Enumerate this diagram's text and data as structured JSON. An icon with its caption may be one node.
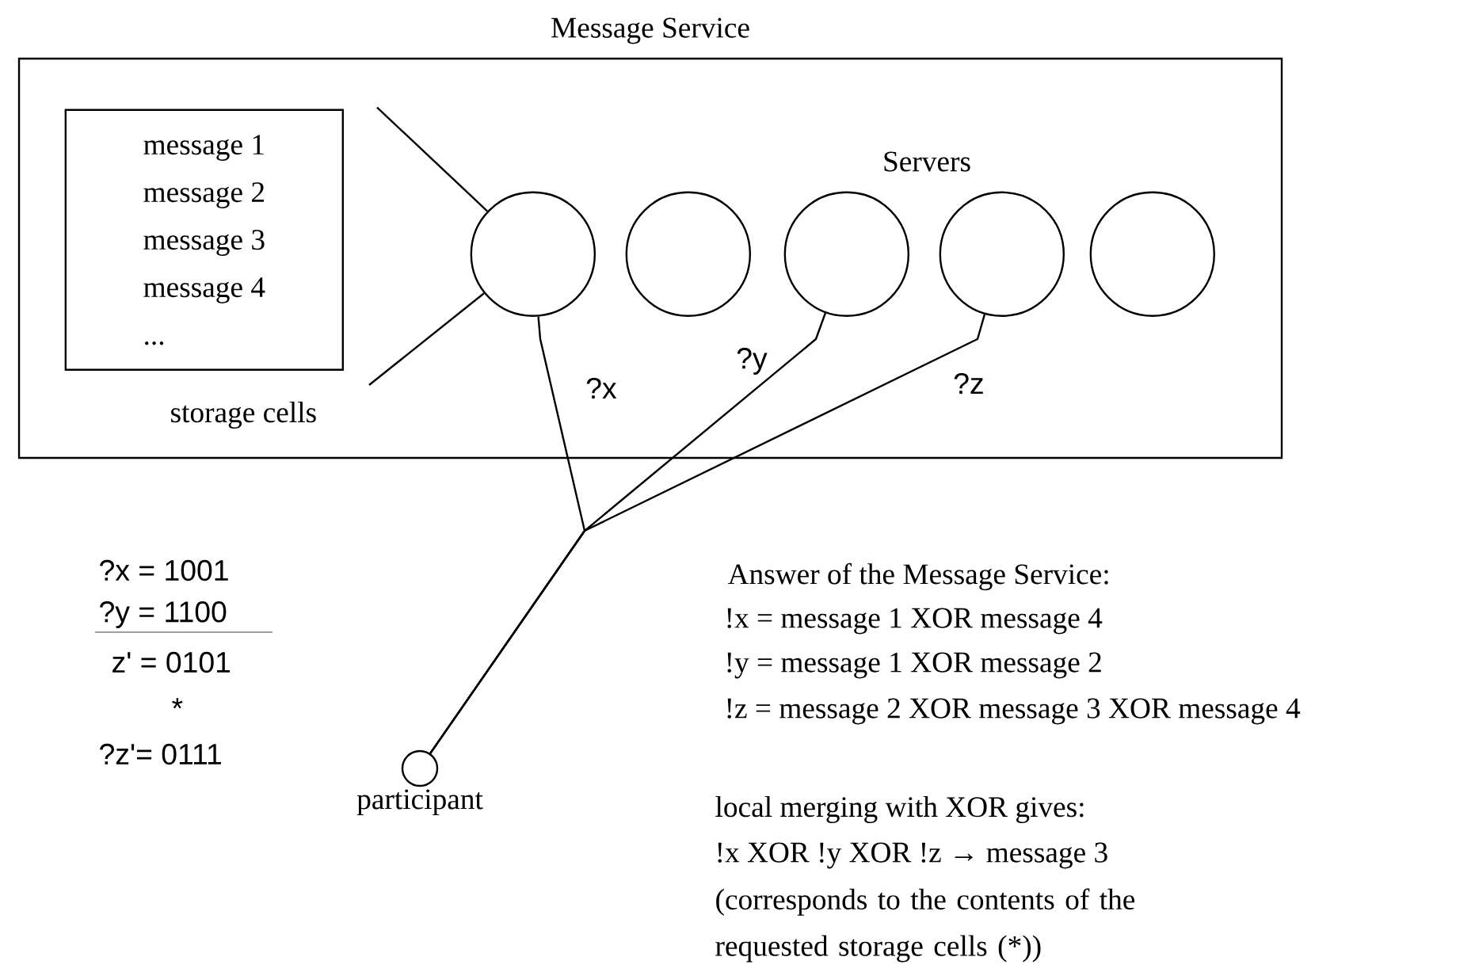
{
  "diagram": {
    "nodes": [
      {
        "text": [
          "Message Service"
        ]
      },
      {
        "text": [
          "message 1",
          "message 2",
          "message 3",
          "message 4",
          "..."
        ],
        "in": 0
      },
      {
        "text": [],
        "shape": "circle",
        "in": 0
      },
      {
        "text": [],
        "shape": "circle",
        "in": 0
      },
      {
        "text": [],
        "shape": "circle",
        "in": 0
      },
      {
        "text": [],
        "shape": "circle",
        "in": 0
      },
      {
        "text": [],
        "shape": "circle",
        "in": 0
      },
      {
        "text": [],
        "shape": "circle",
        "beside": [
          "participant"
        ]
      }
    ],
    "edges": [
      {
        "from": 1,
        "to": 2,
        "arrow": "none"
      },
      {
        "from": 1,
        "to": 2,
        "arrow": "none"
      },
      {
        "from": 7,
        "to": 2,
        "arrow": "none",
        "label": "?x"
      },
      {
        "from": 7,
        "to": 4,
        "arrow": "none",
        "label": "?y"
      },
      {
        "from": 7,
        "to": 5,
        "arrow": "none",
        "label": "?z"
      }
    ],
    "labels": [
      "Servers",
      "storage cells",
      "?x = 1001",
      "?y = 1100",
      "z' = 0101",
      "*",
      "?z'= 0111",
      "Answer of the Message Service:",
      "!x = message 1 XOR message 4",
      "!y = message 1 XOR message 2",
      "!z = message 2 XOR message 3 XOR message 4",
      "local merging with XOR gives:",
      "!x XOR !y XOR !z → message 3",
      "(corresponds to the contents of the requested storage cells (*))"
    ]
  }
}
